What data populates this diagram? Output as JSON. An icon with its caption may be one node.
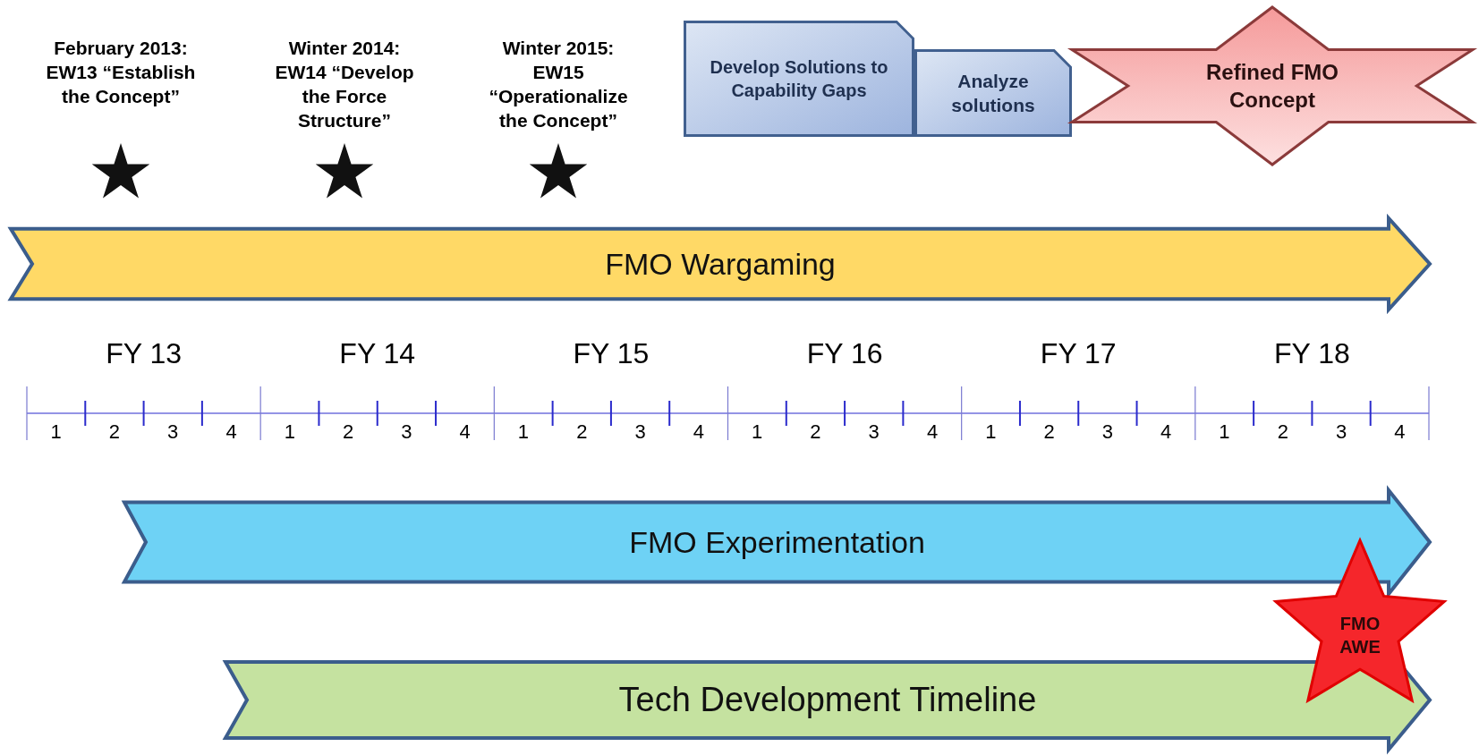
{
  "diagram": {
    "nodes": [
      {
        "text": [
          "February 2013: EW13 “Establish the Concept”"
        ]
      },
      {
        "text": [
          "Winter 2014: EW14 “Develop the Force Structure”"
        ]
      },
      {
        "text": [
          "Winter 2015: EW15 “Operationalize the Concept”"
        ]
      },
      {
        "text": [
          "Develop  Solutions to Capability Gaps"
        ]
      },
      {
        "text": [
          "Analyze solutions"
        ]
      },
      {
        "text": [
          "Refined FMO Concept"
        ]
      },
      {
        "text": [
          "FMO Wargaming"
        ]
      },
      {
        "text": [
          "FMO Experimentation"
        ]
      },
      {
        "text": [
          "FMO AWE"
        ]
      },
      {
        "text": [
          "Tech Development Timeline"
        ]
      }
    ],
    "edges": [],
    "labels": [
      "FY 13",
      "FY 14",
      "FY 15",
      "FY 16",
      "FY 17",
      "FY 18",
      "1",
      "2",
      "3",
      "4",
      "1",
      "2",
      "3",
      "4",
      "1",
      "2",
      "3",
      "4",
      "1",
      "2",
      "3",
      "4",
      "1",
      "2",
      "3",
      "4",
      "1",
      "2",
      "3",
      "4"
    ]
  }
}
